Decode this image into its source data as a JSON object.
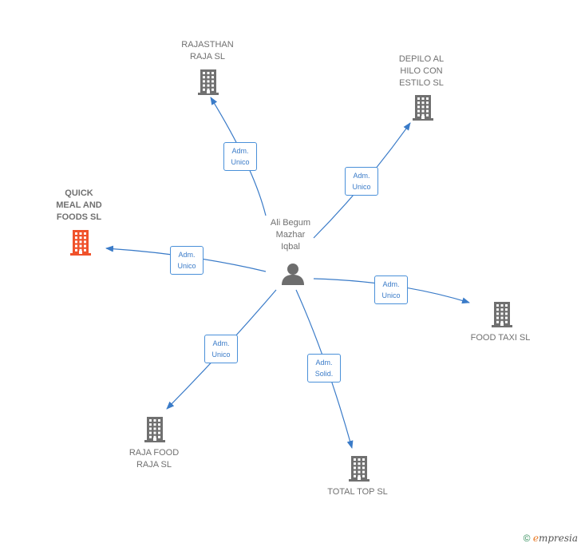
{
  "center": {
    "name": "Ali Begum\nMazhar\nIqbal",
    "icon": "person-icon",
    "color": "#6d6d6d"
  },
  "companies": [
    {
      "id": "rajasthan",
      "name": "RAJASTHAN\nRAJA  SL",
      "relation": "Adm.\nUnico",
      "highlight": false
    },
    {
      "id": "depilo",
      "name": "DEPILO AL\nHILO CON\nESTILO  SL",
      "relation": "Adm.\nUnico",
      "highlight": false
    },
    {
      "id": "quick",
      "name": "QUICK\nMEAL AND\nFOODS  SL",
      "relation": "Adm.\nUnico",
      "highlight": true
    },
    {
      "id": "foodtaxi",
      "name": "FOOD TAXI  SL",
      "relation": "Adm.\nUnico",
      "highlight": false
    },
    {
      "id": "rajafood",
      "name": "RAJA FOOD\nRAJA  SL",
      "relation": "Adm.\nUnico",
      "highlight": false
    },
    {
      "id": "totaltop",
      "name": "TOTAL TOP  SL",
      "relation": "Adm.\nSolid.",
      "highlight": false
    }
  ],
  "colors": {
    "edge": "#3a7bc8",
    "building": "#707070",
    "building_highlight": "#f0522b"
  },
  "footer": {
    "copyright": "©",
    "brand_initial": "e",
    "brand_rest": "mpresia"
  }
}
